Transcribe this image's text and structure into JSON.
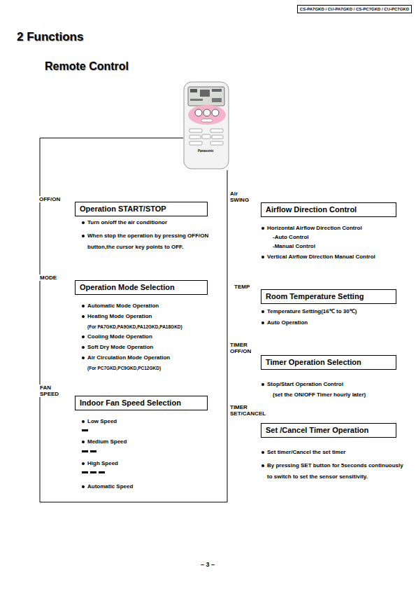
{
  "diagram": {
    "title": "2 Functions",
    "nodes": [
      {
        "text": [
          "OFF/ON",
          "Operation START/STOP"
        ]
      },
      {
        "text": [
          "MODE",
          "Operation Mode Selection"
        ]
      },
      {
        "text": [
          "FAN SPEED",
          "Indoor Fan Speed Selection"
        ]
      },
      {
        "text": [
          "Air SWING",
          "Airflow Direction Control"
        ]
      },
      {
        "text": [
          "TEMP",
          "Room Temperature Setting"
        ]
      },
      {
        "text": [
          "TIMER OFF/ON",
          "Timer Operation Selection"
        ]
      },
      {
        "text": [
          "TIMER SET/CANCEL",
          "Set /Cancel Timer Operation"
        ]
      }
    ],
    "labels": [
      "CS-PA7GKD / CU-PA7GKD / CS-PC7GKD / CU-PC7GKD",
      "Remote Control",
      "Panasonic",
      "Turn on/off the air conditionor",
      "When stop the operation by pressing OFF/ON button,the cursor key points to OFF.",
      "Automatic Mode Operation",
      "Heating Mode Operation",
      "(For PA7GKD,PA9GKD,PA12GKD,PA18GKD)",
      "Cooling Mode Operation",
      "Soft Dry Mode Operation",
      "Air Circulation Mode Operation",
      "(For PC7GKD,PC9GKD,PC12GKD)",
      "Low Speed",
      "Medium Speed",
      "High Speed",
      "Automatic Speed",
      "Horizontal Airflow Direction Control",
      "-Auto Control",
      "-Manual Control",
      "Vertical Airflow Direction Manual Control",
      "Temperature Setting(16℃ to 30℃)",
      "Auto Operation",
      "Stop/Start Operation Control",
      "(set the ON/OFF Timer hourly later)",
      "Set timer/Cancel the set timer",
      "By pressing SET button for 5seconds continuously to switch to set the sensor sensitivity.",
      "– 3 –"
    ]
  }
}
